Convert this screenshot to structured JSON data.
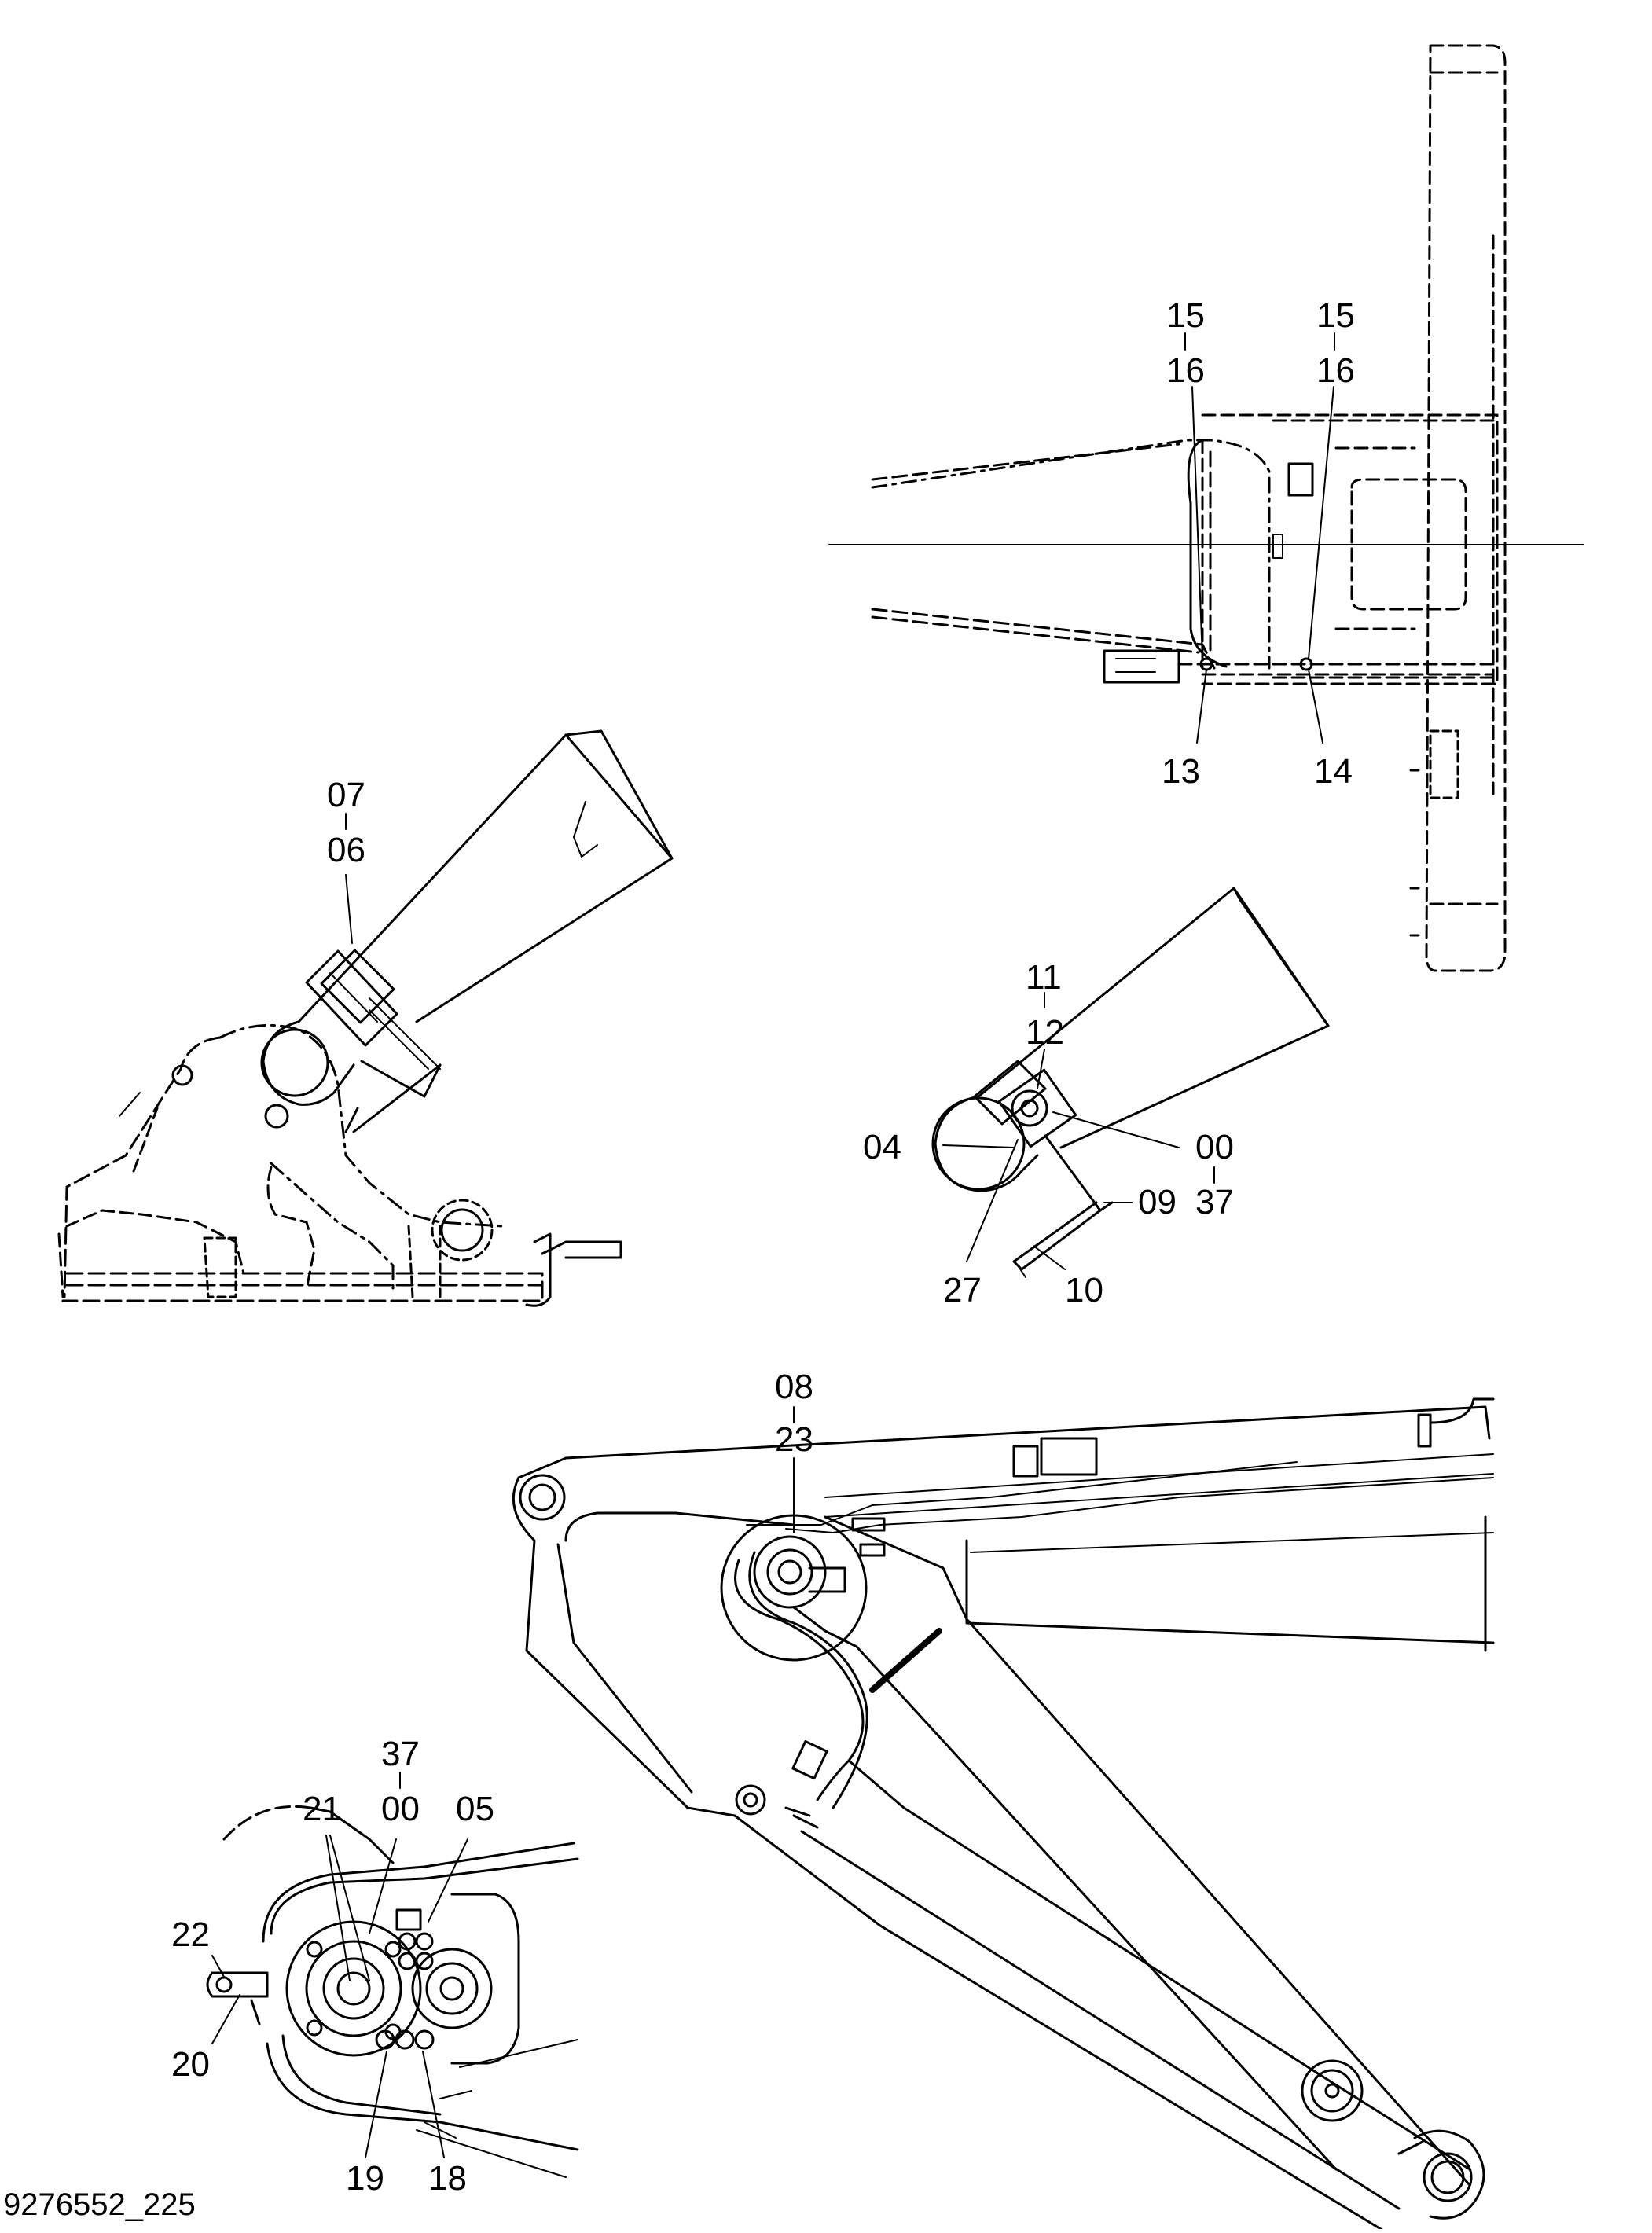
{
  "drawing_id": "9276552_225",
  "callouts": {
    "top_right": {
      "left_stack": [
        "15",
        "16"
      ],
      "right_stack": [
        "15",
        "16"
      ],
      "bottom_left": "13",
      "bottom_right": "14"
    },
    "left_arm": {
      "stack": [
        "07",
        "06"
      ]
    },
    "mid_right": {
      "stack_top": [
        "11",
        "12"
      ],
      "label_04": "04",
      "stack_right": [
        "00",
        "37"
      ],
      "label_09": "09",
      "label_27": "27",
      "label_10": "10"
    },
    "boom": {
      "stack": [
        "08",
        "23"
      ]
    },
    "detail": {
      "stack": [
        "37",
        "00"
      ],
      "label_21": "21",
      "label_05": "05",
      "label_22": "22",
      "label_20": "20",
      "label_19": "19",
      "label_18": "18"
    }
  }
}
